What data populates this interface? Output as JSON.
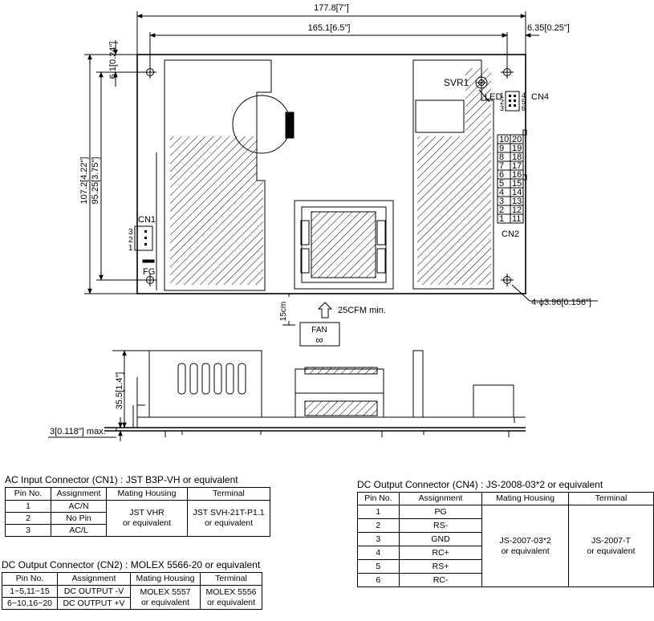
{
  "dimensions": {
    "width_total": "177.8[7\"]",
    "width_holes": "165.1[6.5\"]",
    "right_offset": "6.35[0.25\"]",
    "top_offset": "6.1[0.24\"]",
    "height_total": "107.2[4.22\"]",
    "height_holes": "95.25[3.75\"]",
    "holes": "4-ϕ3.96[0.156\"]",
    "side_height": "35.5[1.4\"]",
    "base_thickness": "3[0.118\"] max.",
    "fan_clearance": "15cm"
  },
  "labels": {
    "svr1": "SVR1",
    "led": "LED",
    "cn1": "CN1",
    "cn2": "CN2",
    "cn4": "CN4",
    "fg": "FG",
    "airflow": "25CFM min.",
    "fan": "FAN",
    "fan_symbol": "∞",
    "cn1_pins": [
      "3",
      "2",
      "1"
    ],
    "cn4_left": [
      "1",
      "2",
      "3"
    ],
    "cn4_right": [
      "4",
      "5",
      "6"
    ],
    "cn2_left": [
      "10",
      "9",
      "8",
      "7",
      "6",
      "5",
      "4",
      "3",
      "2",
      "1"
    ],
    "cn2_right": [
      "20",
      "19",
      "18",
      "17",
      "16",
      "15",
      "14",
      "13",
      "12",
      "11"
    ]
  },
  "cn1_table": {
    "title": "AC Input Connector (CN1) : JST B3P-VH or equivalent",
    "headers": [
      "Pin No.",
      "Assignment",
      "Mating Housing",
      "Terminal"
    ],
    "pins": [
      "1",
      "2",
      "3"
    ],
    "assignments": [
      "AC/N",
      "No Pin",
      "AC/L"
    ],
    "housing": [
      "JST VHR",
      "or equivalent"
    ],
    "terminal": [
      "JST SVH-21T-P1.1",
      "or equivalent"
    ]
  },
  "cn2_table": {
    "title": "DC Output Connector (CN2) : MOLEX 5566-20 or equivalent",
    "headers": [
      "Pin No.",
      "Assignment",
      "Mating Housing",
      "Terminal"
    ],
    "pins": [
      "1~5,11~15",
      "6~10,16~20"
    ],
    "assignments": [
      "DC OUTPUT -V",
      "DC OUTPUT +V"
    ],
    "housing": [
      "MOLEX 5557",
      "or equivalent"
    ],
    "terminal": [
      "MOLEX 5556",
      "or equivalent"
    ]
  },
  "cn4_table": {
    "title": "DC Output Connector (CN4) : JS-2008-03*2 or equivalent",
    "headers": [
      "Pin No.",
      "Assignment",
      "Mating Housing",
      "Terminal"
    ],
    "pins": [
      "1",
      "2",
      "3",
      "4",
      "5",
      "6"
    ],
    "assignments": [
      "PG",
      "RS-",
      "GND",
      "RC+",
      "RS+",
      "RC-"
    ],
    "housing": [
      "JS-2007-03*2",
      "or equivalent"
    ],
    "terminal": [
      "JS-2007-T",
      "or equivalent"
    ]
  }
}
